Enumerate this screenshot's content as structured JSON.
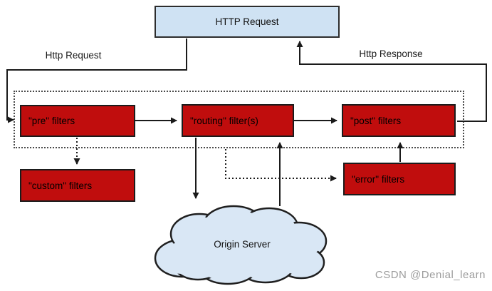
{
  "diagram": {
    "title_box": "HTTP Request",
    "labels": {
      "request": "Http Request",
      "response": "Http Response"
    },
    "filters": {
      "pre": "\"pre\" filters",
      "routing": "\"routing\" filter(s)",
      "post": "\"post\" filters",
      "custom": "\"custom\" filters",
      "error": "\"error\" filters"
    },
    "origin_server": "Origin Server",
    "colors": {
      "filter_box_red": "#c00d0d",
      "request_box_blue": "#cfe2f3",
      "cloud_blue": "#d9e7f5",
      "line_black": "#1a1a1a",
      "boundary_gray": "#4a4a4a"
    }
  },
  "watermark": "CSDN @Denial_learn"
}
